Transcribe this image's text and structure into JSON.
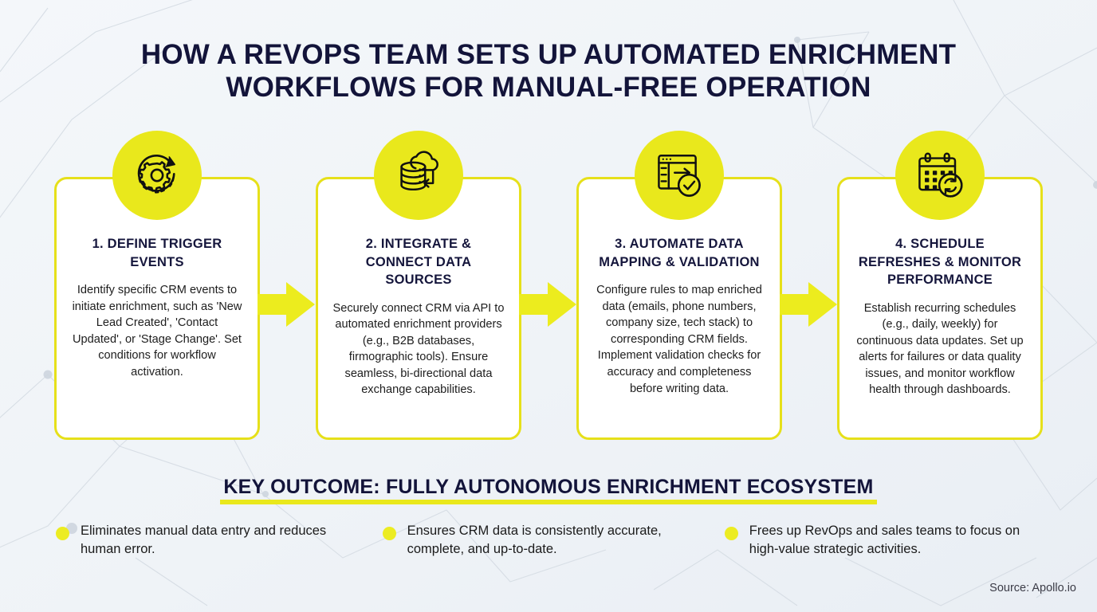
{
  "header": {
    "title_line1": "HOW A REVOPS TEAM SETS UP AUTOMATED ENRICHMENT",
    "title_line2": "WORKFLOWS FOR MANUAL-FREE OPERATION"
  },
  "colors": {
    "accent_yellow": "#E9E81C",
    "card_border": "#E6E01A",
    "title_navy": "#13143A",
    "body_text": "#1D1D1D",
    "background": "#F2F5F8"
  },
  "steps": [
    {
      "number": "1",
      "icon": "gear-refresh-icon",
      "title": "1. DEFINE TRIGGER EVENTS",
      "body": "Identify specific CRM events to initiate enrichment, such as 'New Lead Created', 'Contact Updated', or 'Stage Change'. Set conditions for workflow activation."
    },
    {
      "number": "2",
      "icon": "database-cloud-sync-icon",
      "title": "2. INTEGRATE & CONNECT DATA SOURCES",
      "body": "Securely connect CRM via API to automated enrichment providers (e.g., B2B databases, firmographic tools). Ensure seamless, bi-directional data exchange capabilities."
    },
    {
      "number": "3",
      "icon": "data-mapping-check-icon",
      "title": "3. AUTOMATE DATA MAPPING & VALIDATION",
      "body": "Configure rules to map enriched data (emails, phone numbers, company size, tech stack) to corresponding CRM fields. Implement validation checks for accuracy and completeness before writing data."
    },
    {
      "number": "4",
      "icon": "calendar-refresh-icon",
      "title": "4. SCHEDULE REFRESHES & MONITOR PERFORMANCE",
      "body": "Establish recurring schedules (e.g., daily, weekly) for continuous data updates. Set up alerts for failures or data quality issues, and monitor workflow health through dashboards."
    }
  ],
  "connectors": [
    {
      "icon": "arrow-right-icon"
    },
    {
      "icon": "arrow-right-icon"
    },
    {
      "icon": "arrow-right-icon"
    }
  ],
  "outcome": {
    "label": "KEY OUTCOME: FULLY AUTONOMOUS ENRICHMENT ECOSYSTEM"
  },
  "benefits": [
    {
      "text": "Eliminates manual data entry and reduces human error."
    },
    {
      "text": "Ensures CRM data is consistently accurate, complete, and up-to-date."
    },
    {
      "text": "Frees up RevOps and sales teams to focus on high-value strategic activities."
    }
  ],
  "footer": {
    "source": "Source: Apollo.io"
  }
}
